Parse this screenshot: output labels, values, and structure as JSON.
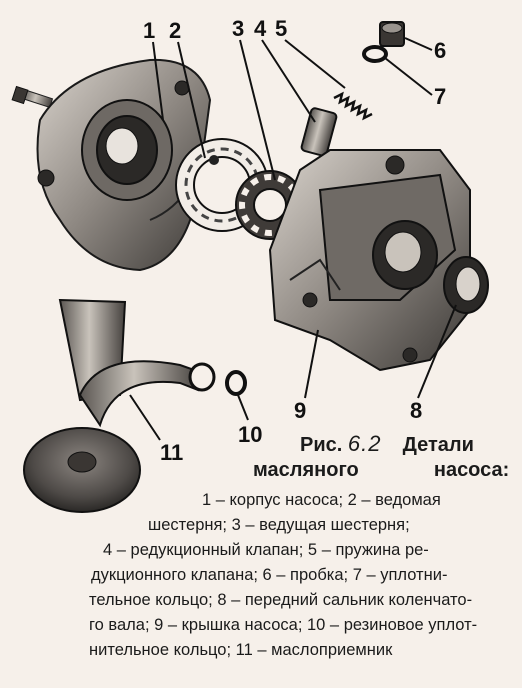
{
  "callouts": {
    "c1": "1",
    "c2": "2",
    "c3": "3",
    "c4": "4",
    "c5": "5",
    "c6": "6",
    "c7": "7",
    "c8": "8",
    "c9": "9",
    "c10": "10",
    "c11": "11"
  },
  "caption": {
    "ris": "Рис.",
    "figure_number": "6.2",
    "title_word": "Детали",
    "title_line2_a": "масляного",
    "title_line2_b": "насоса:",
    "lines": [
      "1 – корпус насоса; 2 – ведомая",
      "шестерня; 3 – ведущая шестерня;",
      "4 – редукционный клапан; 5 – пружина ре-",
      "дукционного клапана; 6 – пробка; 7 – уплотни-",
      "тельное кольцо; 8 – передний сальник коленчато-",
      "го вала; 9 – крышка насоса; 10 – резиновое уплот-",
      "нительное кольцо; 11 – маслоприемник"
    ]
  }
}
